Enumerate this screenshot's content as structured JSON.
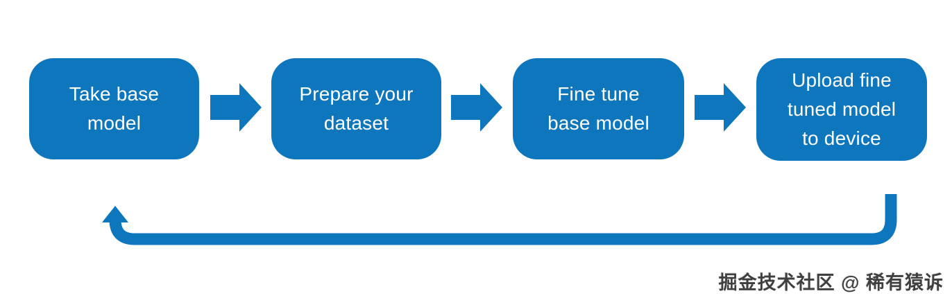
{
  "diagram": {
    "type": "process-flow",
    "accent_color": "#0e76bc",
    "text_color": "#ffffff",
    "steps": [
      {
        "label": "Take base model",
        "lines": [
          "Take base",
          "model"
        ]
      },
      {
        "label": "Prepare your dataset",
        "lines": [
          "Prepare your",
          "dataset"
        ]
      },
      {
        "label": "Fine tune base model",
        "lines": [
          "Fine tune",
          "base model"
        ]
      },
      {
        "label": "Upload fine tuned model to device",
        "lines": [
          "Upload fine",
          "tuned model",
          "to device"
        ]
      }
    ]
  },
  "watermark": {
    "text": "掘金技术社区 @ 稀有猿诉",
    "color": "#3f3f3f"
  }
}
